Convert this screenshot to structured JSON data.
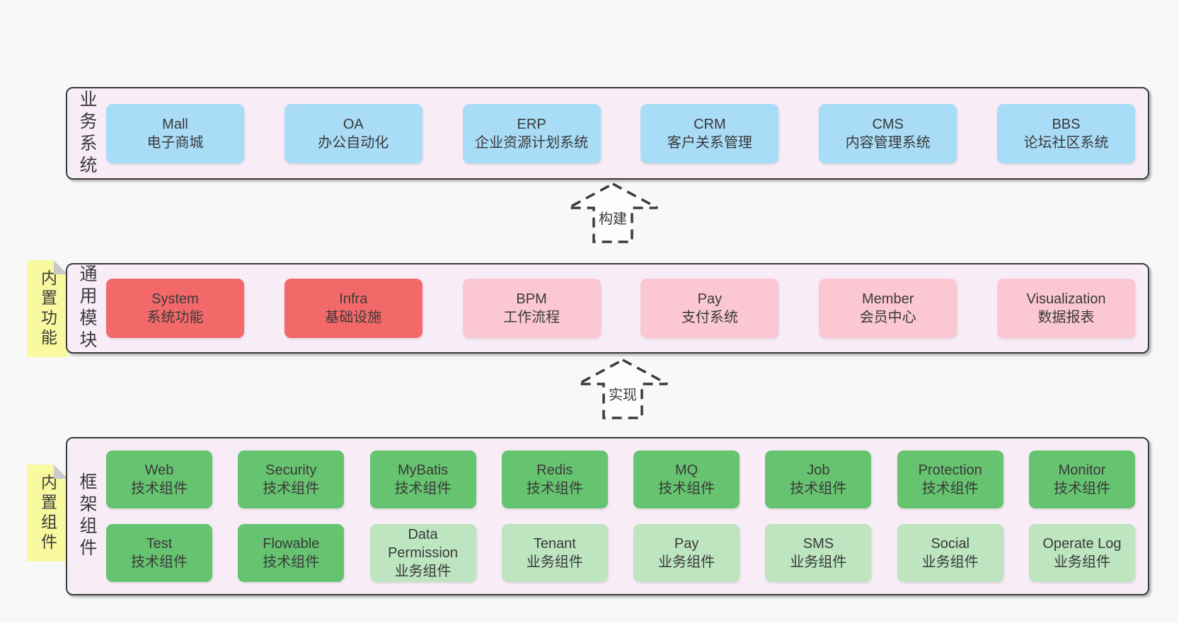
{
  "colors": {
    "page-bg": "#f8f8f8",
    "panel-bg": "#f8edf6",
    "border": "#3b3b3b",
    "text": "#3a3a3a",
    "blue": "#a8dcf7",
    "red": "#f3696a",
    "pink": "#fbc7d2",
    "green-dark": "#66c370",
    "green-light": "#bce5c0",
    "yellow": "#f9f9a0",
    "fold": "#c9c9c9",
    "arrow-fill": "#fdfdfd"
  },
  "sections": {
    "business": {
      "label": "业务系统",
      "items": [
        {
          "name": "Mall",
          "desc": "电子商城",
          "type": "blue"
        },
        {
          "name": "OA",
          "desc": "办公自动化",
          "type": "blue"
        },
        {
          "name": "ERP",
          "desc": "企业资源计划系统",
          "type": "blue"
        },
        {
          "name": "CRM",
          "desc": "客户关系管理",
          "type": "blue"
        },
        {
          "name": "CMS",
          "desc": "内容管理系统",
          "type": "blue"
        },
        {
          "name": "BBS",
          "desc": "论坛社区系统",
          "type": "blue"
        }
      ]
    },
    "modules": {
      "label": "通用模块",
      "sticky_label": "内置功能",
      "items": [
        {
          "name": "System",
          "desc": "系统功能",
          "type": "red"
        },
        {
          "name": "Infra",
          "desc": "基础设施",
          "type": "red"
        },
        {
          "name": "BPM",
          "desc": "工作流程",
          "type": "pink"
        },
        {
          "name": "Pay",
          "desc": "支付系统",
          "type": "pink"
        },
        {
          "name": "Member",
          "desc": "会员中心",
          "type": "pink"
        },
        {
          "name": "Visualization",
          "desc": "数据报表",
          "type": "pink"
        }
      ]
    },
    "components": {
      "label": "框架组件",
      "sticky_label": "内置组件",
      "rows": [
        [
          {
            "name": "Web",
            "desc": "技术组件",
            "type": "green-dark"
          },
          {
            "name": "Security",
            "desc": "技术组件",
            "type": "green-dark"
          },
          {
            "name": "MyBatis",
            "desc": "技术组件",
            "type": "green-dark"
          },
          {
            "name": "Redis",
            "desc": "技术组件",
            "type": "green-dark"
          },
          {
            "name": "MQ",
            "desc": "技术组件",
            "type": "green-dark"
          },
          {
            "name": "Job",
            "desc": "技术组件",
            "type": "green-dark"
          },
          {
            "name": "Protection",
            "desc": "技术组件",
            "type": "green-dark"
          },
          {
            "name": "Monitor",
            "desc": "技术组件",
            "type": "green-dark"
          }
        ],
        [
          {
            "name": "Test",
            "desc": "技术组件",
            "type": "green-dark"
          },
          {
            "name": "Flowable",
            "desc": "技术组件",
            "type": "green-dark"
          },
          {
            "name": "Data Permission",
            "desc": "业务组件",
            "type": "green-light"
          },
          {
            "name": "Tenant",
            "desc": "业务组件",
            "type": "green-light"
          },
          {
            "name": "Pay",
            "desc": "业务组件",
            "type": "green-light"
          },
          {
            "name": "SMS",
            "desc": "业务组件",
            "type": "green-light"
          },
          {
            "name": "Social",
            "desc": "业务组件",
            "type": "green-light"
          },
          {
            "name": "Operate Log",
            "desc": "业务组件",
            "type": "green-light"
          }
        ]
      ]
    }
  },
  "arrows": [
    {
      "label": "构建"
    },
    {
      "label": "实现"
    }
  ]
}
